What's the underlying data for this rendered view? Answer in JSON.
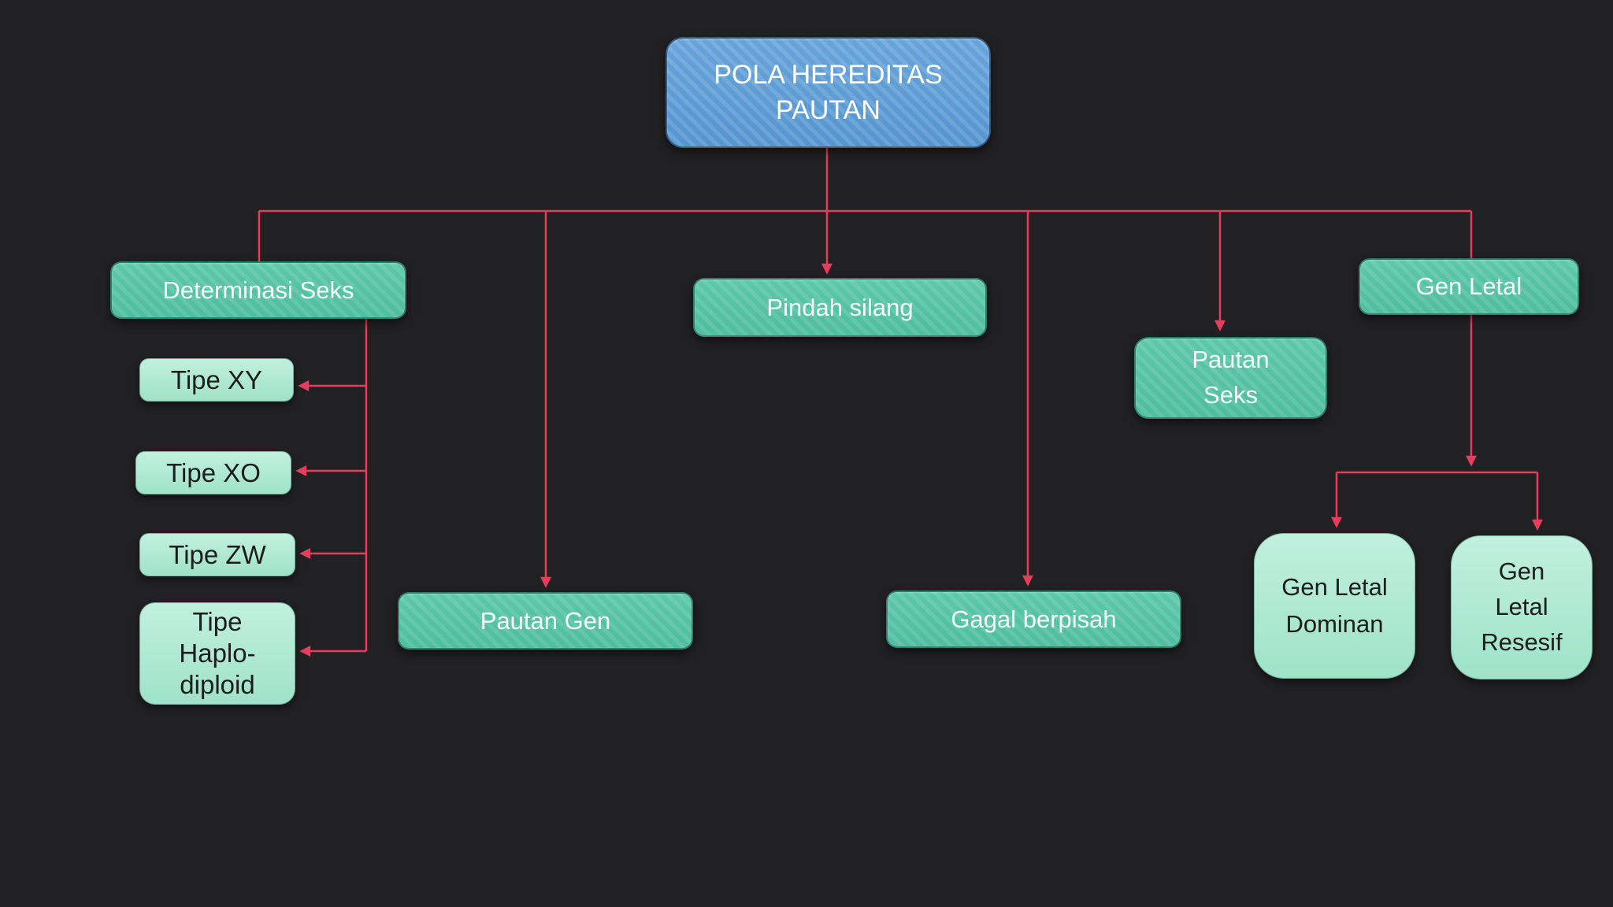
{
  "diagram": {
    "title": "POLA HEREDITAS PAUTAN concept map",
    "colors": {
      "background": "#212123",
      "connector": "#e83c5e",
      "root_fill": "#5b9bd5",
      "branch_fill": "#54c4a5",
      "leaf_fill": "#a9e8d2",
      "text_light": "#ffffff",
      "text_dark": "#1d1d1d"
    },
    "nodes": {
      "root": {
        "label": "POLA HEREDITAS\nPAUTAN"
      },
      "determinasi_seks": {
        "label": "Determinasi Seks"
      },
      "tipe_xy": {
        "label": "Tipe XY"
      },
      "tipe_xo": {
        "label": "Tipe XO"
      },
      "tipe_zw": {
        "label": "Tipe ZW"
      },
      "tipe_haplodiploid": {
        "label": "Tipe\nHaplo-\ndiploid"
      },
      "pautan_gen": {
        "label": "Pautan Gen"
      },
      "pindah_silang": {
        "label": "Pindah silang"
      },
      "gagal_berpisah": {
        "label": "Gagal berpisah"
      },
      "pautan_seks": {
        "label": "Pautan\nSeks"
      },
      "gen_letal": {
        "label": "Gen Letal"
      },
      "gen_letal_dominan": {
        "label": "Gen Letal\nDominan"
      },
      "gen_letal_resesif": {
        "label": "Gen\nLetal\nResesif"
      }
    },
    "edges": [
      {
        "from": "root",
        "to": "determinasi_seks"
      },
      {
        "from": "root",
        "to": "pautan_gen"
      },
      {
        "from": "root",
        "to": "pindah_silang"
      },
      {
        "from": "root",
        "to": "gagal_berpisah"
      },
      {
        "from": "root",
        "to": "pautan_seks"
      },
      {
        "from": "root",
        "to": "gen_letal"
      },
      {
        "from": "determinasi_seks",
        "to": "tipe_xy"
      },
      {
        "from": "determinasi_seks",
        "to": "tipe_xo"
      },
      {
        "from": "determinasi_seks",
        "to": "tipe_zw"
      },
      {
        "from": "determinasi_seks",
        "to": "tipe_haplodiploid"
      },
      {
        "from": "gen_letal",
        "to": "gen_letal_dominan"
      },
      {
        "from": "gen_letal",
        "to": "gen_letal_resesif"
      }
    ]
  }
}
